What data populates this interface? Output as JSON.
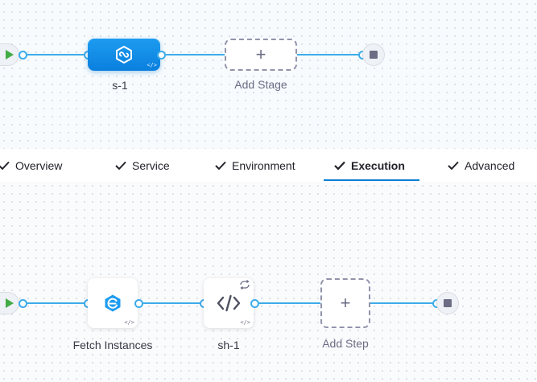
{
  "pipeline": {
    "stage_name": "s-1",
    "add_stage_label": "Add Stage"
  },
  "tabs": [
    {
      "label": "Overview",
      "active": false,
      "done": true
    },
    {
      "label": "Service",
      "active": false,
      "done": true
    },
    {
      "label": "Environment",
      "active": false,
      "done": true
    },
    {
      "label": "Execution",
      "active": true,
      "done": true
    },
    {
      "label": "Advanced",
      "active": false,
      "done": true
    }
  ],
  "execution": {
    "steps": [
      {
        "name": "Fetch Instances",
        "icon": "fetch-instances-icon"
      },
      {
        "name": "sh-1",
        "icon": "shell-script-icon"
      }
    ],
    "add_step_label": "Add Step"
  },
  "colors": {
    "accent": "#0b7fd3",
    "connector": "#3dabe9",
    "stage_fill": "#1d9cf0",
    "start_green": "#42ab45",
    "stop_gray": "#6b6d85"
  }
}
